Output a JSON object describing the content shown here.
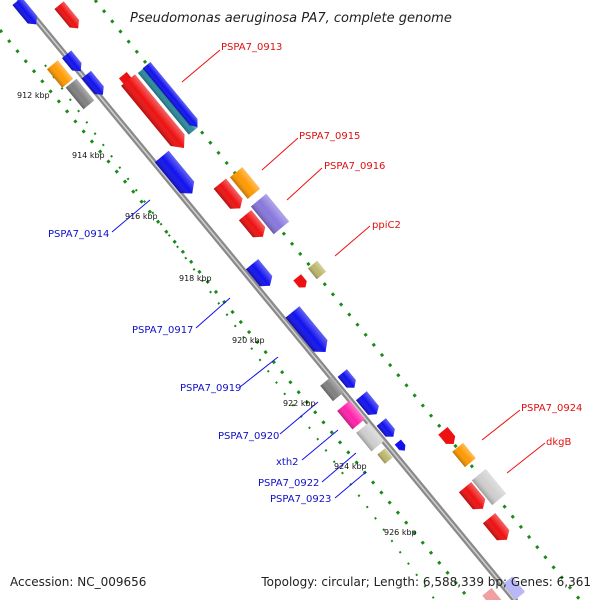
{
  "title": "Pseudomonas aeruginosa PA7, complete genome",
  "accession_text": "Accession: NC_009656",
  "summary_text": "Topology: circular; Length: 6,588,339 bp; Genes: 6,361",
  "colors": {
    "backbone": "#8a8a8a",
    "tick": "#1a8a1a",
    "red": "#ee1111",
    "blue": "#1111ee",
    "orange": "#ff9900",
    "gray": "#808080",
    "khaki": "#bdb76b",
    "magenta": "#ff22aa",
    "lightgray": "#cfcfcf",
    "slateblue": "#8877dd",
    "teal": "#2a8a9a"
  },
  "scale_labels": [
    "912 kbp",
    "914 kbp",
    "916 kbp",
    "918 kbp",
    "920 kbp",
    "922 kbp",
    "924 kbp",
    "926 kbp"
  ],
  "gene_labels": {
    "red": [
      "PSPA7_0913",
      "PSPA7_0915",
      "PSPA7_0916",
      "ppiC2",
      "PSPA7_0924",
      "dkgB"
    ],
    "blue": [
      "PSPA7_0914",
      "PSPA7_0917",
      "PSPA7_0919",
      "PSPA7_0920",
      "xth2",
      "PSPA7_0922",
      "PSPA7_0923"
    ]
  }
}
